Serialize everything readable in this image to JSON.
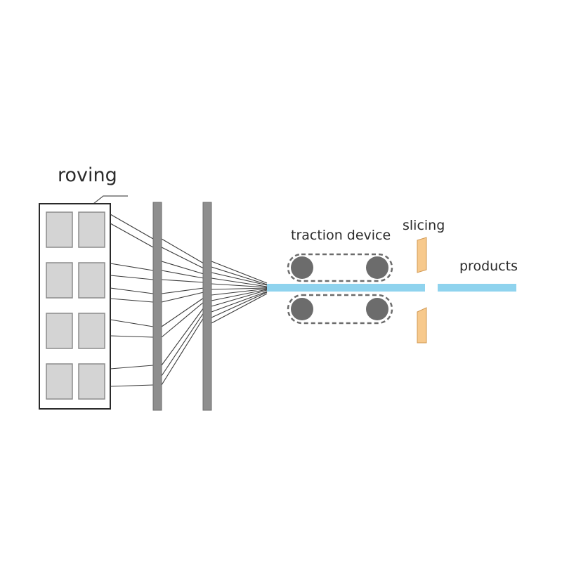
{
  "labels": {
    "roving": "roving",
    "traction_device": "traction device",
    "slicing": "slicing",
    "products": "products"
  },
  "colors": {
    "frame": "#2a2a2a",
    "spool_fill": "#d4d4d4",
    "spool_stroke": "#8c8c8c",
    "guide_bar": "#8e8e8e",
    "fiber": "#3a3a3a",
    "product": "#8fd3ee",
    "roller": "#6c6c6c",
    "belt": "#6c6c6c",
    "blade": "#f7c98c"
  }
}
